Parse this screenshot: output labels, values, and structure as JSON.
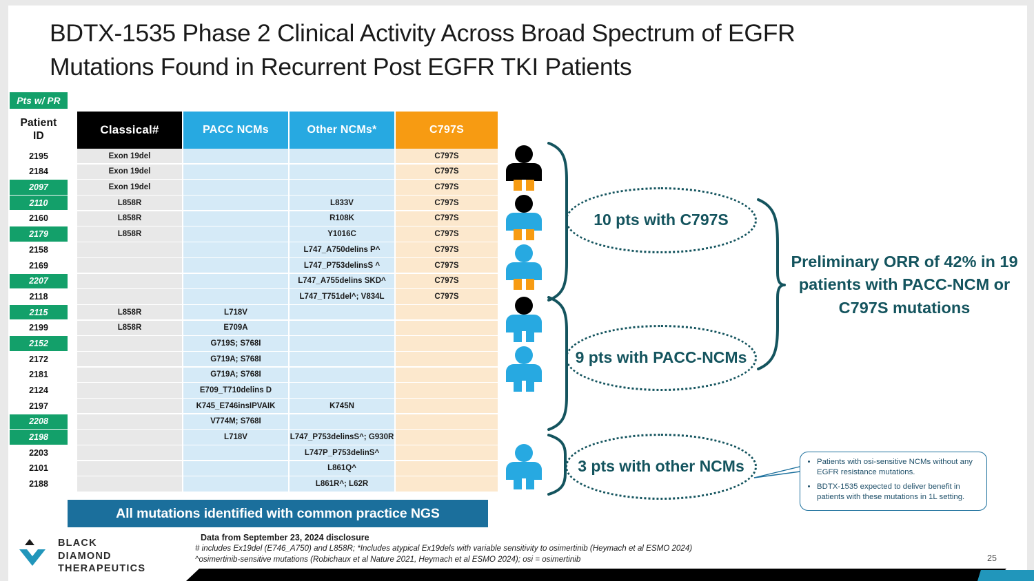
{
  "slide": {
    "title": "BDTX-1535 Phase 2 Clinical Activity Across Broad Spectrum of EGFR Mutations Found in Recurrent Post EGFR TKI Patients",
    "page_number": "25"
  },
  "legend": {
    "pr_chip": "Pts w/ PR"
  },
  "table": {
    "headers": {
      "patient_id_line1": "Patient",
      "patient_id_line2": "ID",
      "classical": "Classical#",
      "pacc": "PACC NCMs",
      "other": "Other NCMs*",
      "c797s": "C797S"
    },
    "colors": {
      "classical_header": "#000000",
      "pacc_header": "#27a9e1",
      "other_header": "#27a9e1",
      "c797s_header": "#f79b12",
      "pr_highlight": "#13a06a",
      "classical_cell": "#e8e8e8",
      "ncm_cell": "#d5eaf7",
      "c797s_cell": "#fce8cd",
      "banner": "#1b6f9c",
      "teal_accent": "#14545e"
    },
    "rows": [
      {
        "id": "2195",
        "pr": false,
        "classical": "Exon 19del",
        "pacc": "",
        "other": "",
        "c797s": "C797S"
      },
      {
        "id": "2184",
        "pr": false,
        "classical": "Exon 19del",
        "pacc": "",
        "other": "",
        "c797s": "C797S"
      },
      {
        "id": "2097",
        "pr": true,
        "classical": "Exon 19del",
        "pacc": "",
        "other": "",
        "c797s": "C797S"
      },
      {
        "id": "2110",
        "pr": true,
        "classical": "L858R",
        "pacc": "",
        "other": "L833V",
        "c797s": "C797S"
      },
      {
        "id": "2160",
        "pr": false,
        "classical": "L858R",
        "pacc": "",
        "other": "R108K",
        "c797s": "C797S"
      },
      {
        "id": "2179",
        "pr": true,
        "classical": "L858R",
        "pacc": "",
        "other": "Y1016C",
        "c797s": "C797S"
      },
      {
        "id": "2158",
        "pr": false,
        "classical": "",
        "pacc": "",
        "other": "L747_A750delins P^",
        "c797s": "C797S"
      },
      {
        "id": "2169",
        "pr": false,
        "classical": "",
        "pacc": "",
        "other": "L747_P753delinsS ^",
        "c797s": "C797S"
      },
      {
        "id": "2207",
        "pr": true,
        "classical": "",
        "pacc": "",
        "other": "L747_A755delins SKD^",
        "c797s": "C797S"
      },
      {
        "id": "2118",
        "pr": false,
        "classical": "",
        "pacc": "",
        "other": "L747_T751del^; V834L",
        "c797s": "C797S"
      },
      {
        "id": "2115",
        "pr": true,
        "classical": "L858R",
        "pacc": "L718V",
        "other": "",
        "c797s": ""
      },
      {
        "id": "2199",
        "pr": false,
        "classical": "L858R",
        "pacc": "E709A",
        "other": "",
        "c797s": ""
      },
      {
        "id": "2152",
        "pr": true,
        "classical": "",
        "pacc": "G719S; S768I",
        "other": "",
        "c797s": ""
      },
      {
        "id": "2172",
        "pr": false,
        "classical": "",
        "pacc": "G719A; S768I",
        "other": "",
        "c797s": ""
      },
      {
        "id": "2181",
        "pr": false,
        "classical": "",
        "pacc": "G719A; S768I",
        "other": "",
        "c797s": ""
      },
      {
        "id": "2124",
        "pr": false,
        "classical": "",
        "pacc": "E709_T710delins D",
        "other": "",
        "c797s": ""
      },
      {
        "id": "2197",
        "pr": false,
        "classical": "",
        "pacc": "K745_E746insIPVAIK",
        "other": "K745N",
        "c797s": ""
      },
      {
        "id": "2208",
        "pr": true,
        "classical": "",
        "pacc": "V774M; S768I",
        "other": "",
        "c797s": ""
      },
      {
        "id": "2198",
        "pr": true,
        "classical": "",
        "pacc": "L718V",
        "other": "L747_P753delinsS^; G930R",
        "c797s": ""
      },
      {
        "id": "2203",
        "pr": false,
        "classical": "",
        "pacc": "",
        "other": "L747P_P753delinS^",
        "c797s": ""
      },
      {
        "id": "2101",
        "pr": false,
        "classical": "",
        "pacc": "",
        "other": "L861Q^",
        "c797s": ""
      },
      {
        "id": "2188",
        "pr": false,
        "classical": "",
        "pacc": "",
        "other": "L861R^; L62R",
        "c797s": ""
      }
    ],
    "banner": "All mutations identified with common practice NGS"
  },
  "callouts": {
    "c797s": "10 pts with C797S",
    "pacc": "9 pts with PACC-NCMs",
    "other": "3 pts with other NCMs",
    "orr": "Preliminary ORR of 42% in 19 patients with PACC-NCM or C797S mutations"
  },
  "note_box": {
    "bullets": [
      "Patients with osi-sensitive NCMs without any EGFR resistance mutations.",
      "BDTX-1535 expected to deliver benefit in patients with these mutations in 1L setting."
    ]
  },
  "footnotes": {
    "line0": "Data from September 23, 2024 disclosure",
    "line1": "# includes Ex19del (E746_A750) and L858R; *Includes atypical Ex19dels with variable sensitivity to osimertinib (Heymach et al ESMO 2024)",
    "line2": "^osimertinib-sensitive mutations (Robichaux et al Nature 2021, Heymach et al ESMO 2024); osi = osimertinib"
  },
  "logo": {
    "line1": "BLACK",
    "line2": "DIAMOND",
    "line3": "THERAPEUTICS"
  },
  "people": [
    {
      "head": "#000000",
      "body": "#000000",
      "legs": "#f79b12"
    },
    {
      "head": "#000000",
      "body": "#27a9e1",
      "legs": "#f79b12"
    },
    {
      "head": "#27a9e1",
      "body": "#27a9e1",
      "legs": "#f79b12"
    },
    {
      "head": "#000000",
      "body": "#27a9e1",
      "legs": "#27a9e1"
    },
    {
      "head": "#27a9e1",
      "body": "#27a9e1",
      "legs": "#27a9e1"
    },
    {
      "head": "#27a9e1",
      "body": "#27a9e1",
      "legs": "#27a9e1"
    }
  ]
}
